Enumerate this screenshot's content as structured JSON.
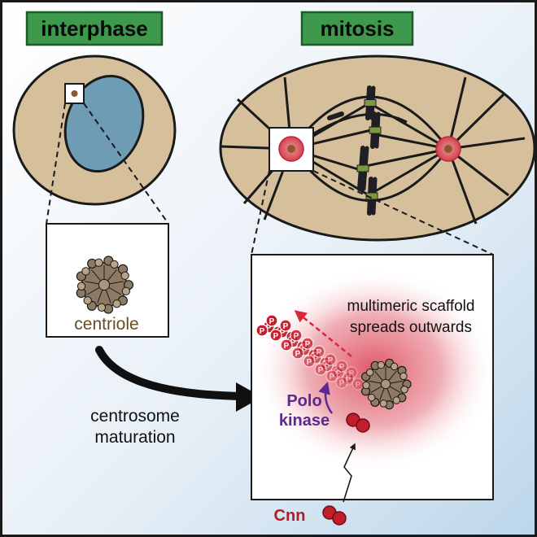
{
  "labels": {
    "interphase": "interphase",
    "mitosis": "mitosis",
    "centriole": "centriole",
    "maturation_line1": "centrosome",
    "maturation_line2": "maturation",
    "scaffold_line1": "multimeric scaffold",
    "scaffold_line2": "spreads outwards",
    "polo_line1": "Polo",
    "polo_line2": "kinase",
    "cnn": "Cnn",
    "phospho": "P"
  },
  "colors": {
    "badge_fill": "#3d9a4c",
    "badge_border": "#1e5a2a",
    "cell_fill": "#d6c09c",
    "nucleus_fill": "#6e9cb4",
    "centriole_fill": "#8e7a62",
    "scaffold_glow": "#d93a4a",
    "cnn_red": "#c21d2b",
    "polo_purple": "#5a2a8e",
    "chromosome": "#1e1e24",
    "kinetochore": "#7a9a3c"
  },
  "icons": {
    "centriole": "centriole-icon",
    "cnn": "cnn-molecule-icon",
    "phospho": "phosphorylated-cnn-icon"
  }
}
